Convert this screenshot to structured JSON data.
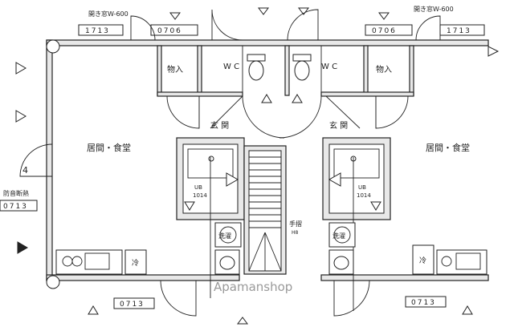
{
  "labels": {
    "window_note_left": "開き窓W-600",
    "window_note_right": "開き窓W-600",
    "storage_left": "物入",
    "storage_right": "物入",
    "wc_left": "W C",
    "wc_right": "W C",
    "entrance_left": "玄 関",
    "entrance_right": "玄 関",
    "living_left": "居間・食堂",
    "living_right": "居間・食堂",
    "handrail": "手摺",
    "handrail_sub": "H8",
    "ub_left": "UB",
    "ub_left_size": "1014",
    "ub_right": "UB",
    "ub_right_size": "1014",
    "laundry_left": "洗濯",
    "laundry_right": "洗濯",
    "fridge_left": "冷",
    "fridge_right": "冷",
    "side_note": "防音断熱",
    "marker_4": "4"
  },
  "codes": {
    "top_left": "1713",
    "top_center_left": "0706",
    "top_center_right": "0706",
    "top_right": "1713",
    "left_side": "0713",
    "bottom_left": "0713",
    "bottom_right": "0713"
  },
  "watermark": "Apamanshop"
}
